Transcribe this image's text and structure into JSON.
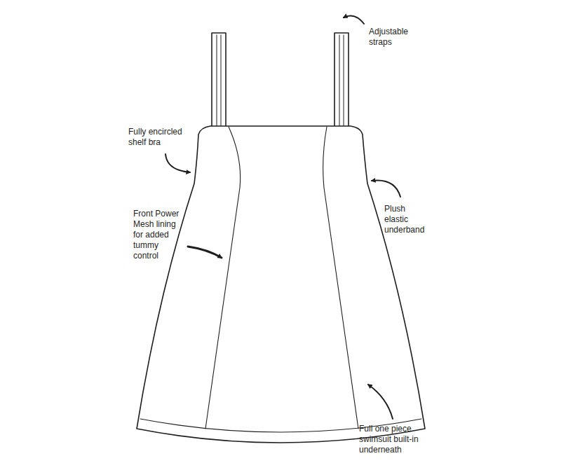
{
  "diagram": {
    "labels": [
      "Adjustable straps",
      "Fully encircled shelf bra",
      "Plush elastic underband",
      "Front Power Mesh lining for added tummy control",
      "Full one piece swimsuit built-in underneath"
    ]
  }
}
